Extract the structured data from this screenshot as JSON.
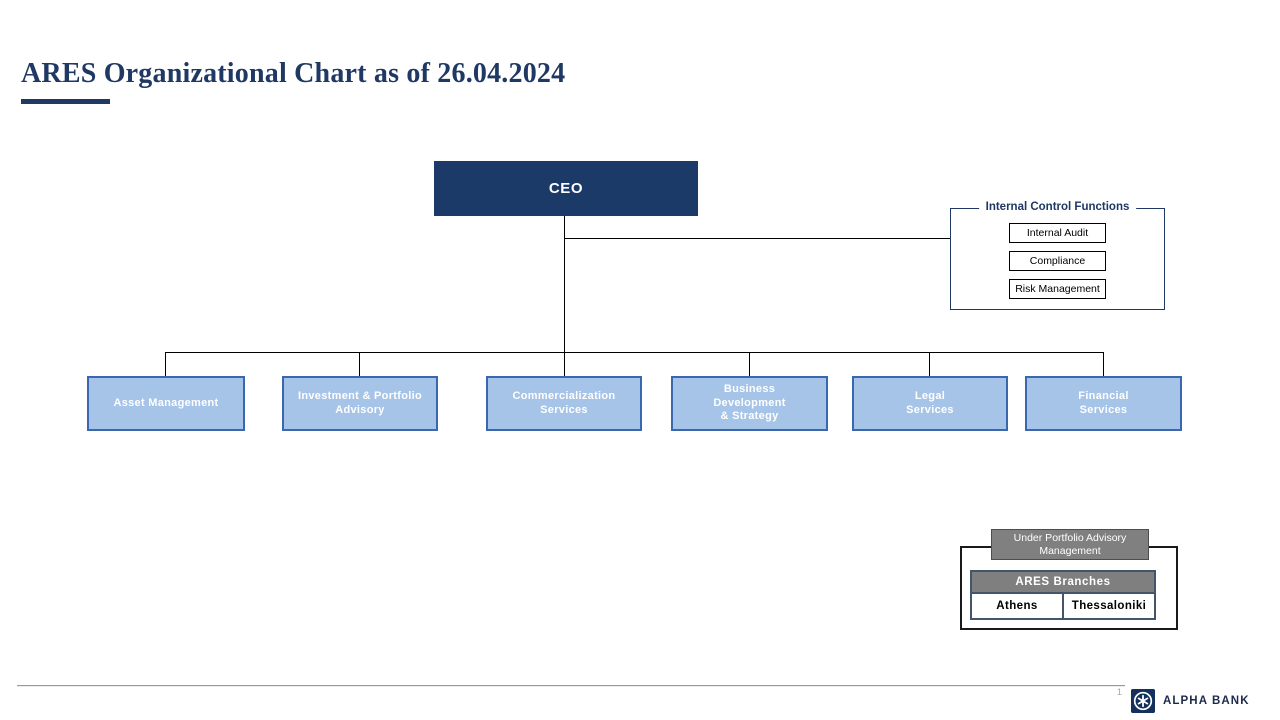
{
  "slide": {
    "title": "ARES Organizational Chart as of 26.04.2024",
    "page_number": "1",
    "brand": "ALPHA BANK"
  },
  "org": {
    "ceo_label": "CEO",
    "internal_control": {
      "title": "Internal Control Functions",
      "items": [
        "Internal Audit",
        "Compliance",
        "Risk Management"
      ]
    },
    "departments": [
      "Asset Management",
      "Investment & Portfolio\nAdvisory",
      "Commercialization\nServices",
      "Business\nDevelopment\n& Strategy",
      "Legal\nServices",
      "Financial\nServices"
    ],
    "annotation": "Under Portfolio Advisory\nManagement",
    "branches": {
      "title": "ARES Branches",
      "items": [
        "Athens",
        "Thessaloniki"
      ]
    }
  },
  "colors": {
    "navy": "#1F3864",
    "ceo_fill": "#1C3A68",
    "department_fill": "#A6C3E8",
    "department_border": "#3A67AE",
    "gray_fill": "#808080",
    "table_border": "#44546A",
    "connector": "#000000"
  }
}
